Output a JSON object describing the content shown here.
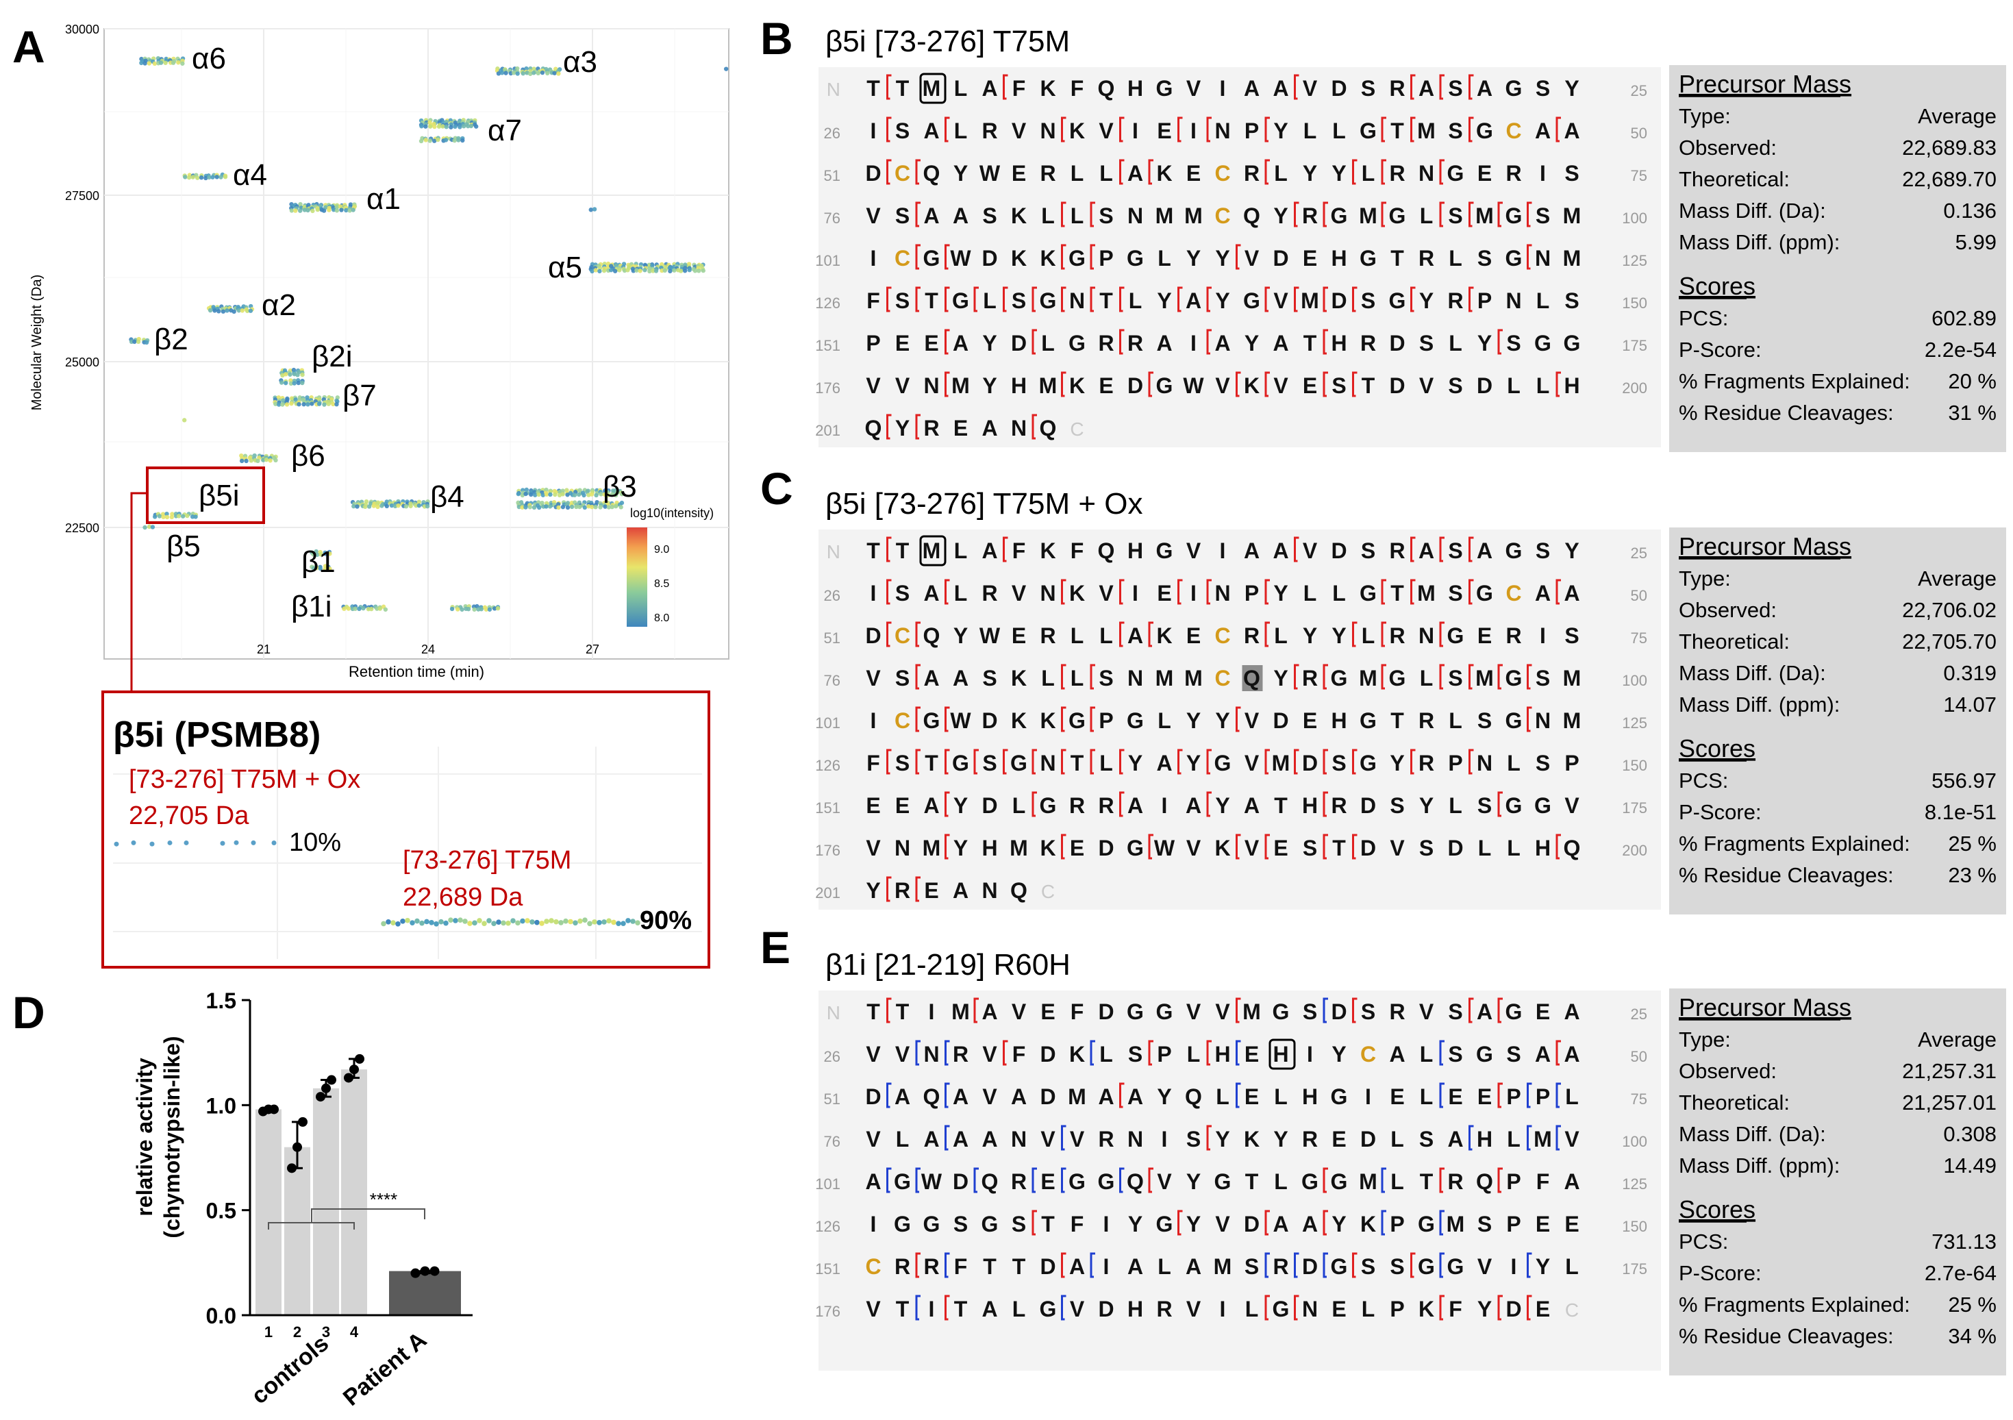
{
  "panels": {
    "A": "A",
    "B": "B",
    "C": "C",
    "D": "D",
    "E": "E"
  },
  "panelA": {
    "ylabel": "Molecular Weight (Da)",
    "xlabel": "Retention time (min)",
    "yticks": [
      "30000",
      "27500",
      "25000",
      "22500"
    ],
    "xticks": [
      "21",
      "24",
      "27"
    ],
    "legend_title": "log10(intensity)",
    "legend_ticks": [
      "9.0",
      "8.5",
      "8.0"
    ],
    "labels": [
      {
        "id": "a6",
        "text": "α6"
      },
      {
        "id": "a3",
        "text": "α3"
      },
      {
        "id": "a7",
        "text": "α7"
      },
      {
        "id": "a4",
        "text": "α4"
      },
      {
        "id": "a1",
        "text": "α1"
      },
      {
        "id": "a5",
        "text": "α5"
      },
      {
        "id": "a2",
        "text": "α2"
      },
      {
        "id": "b2",
        "text": "β2"
      },
      {
        "id": "b2i",
        "text": "β2i"
      },
      {
        "id": "b7",
        "text": "β7"
      },
      {
        "id": "b6",
        "text": "β6"
      },
      {
        "id": "b5i",
        "text": "β5i"
      },
      {
        "id": "b4",
        "text": "β4"
      },
      {
        "id": "b3",
        "text": "β3"
      },
      {
        "id": "b5",
        "text": "β5"
      },
      {
        "id": "b1",
        "text": "β1"
      },
      {
        "id": "b1i",
        "text": "β1i"
      }
    ],
    "inset": {
      "title": "β5i (PSMB8)",
      "species1_line1": "[73-276] T75M + Ox",
      "species1_line2": "22,705 Da",
      "species1_pct": "10%",
      "species2_line1": "[73-276] T75M",
      "species2_line2": "22,689 Da",
      "species2_pct": "90%"
    },
    "colors": {
      "low": "#3f86bd",
      "mid": "#c6e07a",
      "high": "#e0453a",
      "inset_border": "#c00000"
    }
  },
  "chart_data": {
    "type": "bar",
    "categories": [
      "1",
      "2",
      "3",
      "4",
      "Patient A"
    ],
    "values": [
      0.98,
      0.8,
      1.08,
      1.17,
      0.21
    ],
    "points": [
      [
        0.97,
        0.98,
        0.98
      ],
      [
        0.7,
        0.8,
        0.92
      ],
      [
        1.04,
        1.08,
        1.12
      ],
      [
        1.13,
        1.17,
        1.22
      ],
      [
        0.2,
        0.21,
        0.21
      ]
    ],
    "group_label": "controls",
    "ylabel_line1": "relative activity",
    "ylabel_line2": "(chymotrypsin-like)",
    "yticks": [
      "0.0",
      "0.5",
      "1.0",
      "1.5"
    ],
    "ylim": [
      0,
      1.5
    ],
    "significance": "****",
    "bar_colors": [
      "#d4d4d4",
      "#d4d4d4",
      "#d4d4d4",
      "#d4d4d4",
      "#5b5b5b"
    ]
  },
  "panelB": {
    "title": "β5i [73-276] T75M",
    "sequence": "TTMLAFKFQHGVIAAVDSRASAGSYISALRVNKVIEINPYLLGTMSGCAADCQYWERLLAKECRLYYLRNGERISVSAASKLLSNMMCQYRGMGLSMGSMICGWDKKGPGLYYVDEHGTRLSGNMFSTGLSGNTLYAYGVMDSGYRPNLSPEEAYDLGRRAIAYATHRDSLYSGGVVNMYHMKEDGWVKVESTDVSDLLHQYREANQ",
    "highlight": [
      2
    ],
    "shaded": [],
    "precursor_header": "Precursor Mass",
    "precursor": [
      {
        "k": "Type:",
        "v": "Average"
      },
      {
        "k": "Observed:",
        "v": "22,689.83"
      },
      {
        "k": "Theoretical:",
        "v": "22,689.70"
      },
      {
        "k": "Mass Diff. (Da):",
        "v": "0.136"
      },
      {
        "k": "Mass Diff. (ppm):",
        "v": "5.99"
      }
    ],
    "scores_header": "Scores",
    "scores": [
      {
        "k": "PCS:",
        "v": "602.89"
      },
      {
        "k": "P-Score:",
        "v": "2.2e-54"
      },
      {
        "k": "% Fragments Explained:",
        "v": "20 %"
      },
      {
        "k": "% Residue Cleavages:",
        "v": "31 %"
      }
    ]
  },
  "panelC": {
    "title": "β5i [73-276] T75M + Ox",
    "sequence": "TTMLAFKFQHGVIAAVDSRASAGSYISALRVNKVIEINPYLLGTMSGCAADCQYWERLLAKECRLYYLRNGERISVSAASKLLSNMMCQYRGMGLSMGSMICGWDKKGPGLYYVDEHGTRLSGNMFSTGSGNTLYAYGVMDSGYRPNLSPEEAYDLGRRAIAYATHRDSYLSGGVVNMYHMKEDGWVKVESTDVSDLLHQYREANQ",
    "highlight": [
      2
    ],
    "shaded": [
      88
    ],
    "precursor_header": "Precursor Mass",
    "precursor": [
      {
        "k": "Type:",
        "v": "Average"
      },
      {
        "k": "Observed:",
        "v": "22,706.02"
      },
      {
        "k": "Theoretical:",
        "v": "22,705.70"
      },
      {
        "k": "Mass Diff. (Da):",
        "v": "0.319"
      },
      {
        "k": "Mass Diff. (ppm):",
        "v": "14.07"
      }
    ],
    "scores_header": "Scores",
    "scores": [
      {
        "k": "PCS:",
        "v": "556.97"
      },
      {
        "k": "P-Score:",
        "v": "8.1e-51"
      },
      {
        "k": "% Fragments Explained:",
        "v": "25 %"
      },
      {
        "k": "% Residue Cleavages:",
        "v": "23 %"
      }
    ]
  },
  "panelE": {
    "title": "β1i [21-219] R60H",
    "sequence": "TTIMAVEFDGGVVMGSDSRVSAGEAVVNRVFDKLSPLHEHIYCALSGSAADAQAVADMAAYQLELHGIELEEPPLVLAAANVVRNISYKYREDLSAHLMVAGWDQREGGQVYGTLGGMLTRQPFAIGGSGSTFIYGYVDAAYKPGMSPEECRRFTTDAIALAMSRDGSSGGVIYLVTITALGVDHRVILGNELPKFYDE",
    "highlight": [
      39
    ],
    "shaded": [],
    "precursor_header": "Precursor Mass",
    "precursor": [
      {
        "k": "Type:",
        "v": "Average"
      },
      {
        "k": "Observed:",
        "v": "21,257.31"
      },
      {
        "k": "Theoretical:",
        "v": "21,257.01"
      },
      {
        "k": "Mass Diff. (Da):",
        "v": "0.308"
      },
      {
        "k": "Mass Diff. (ppm):",
        "v": "14.49"
      }
    ],
    "scores_header": "Scores",
    "scores": [
      {
        "k": "PCS:",
        "v": "731.13"
      },
      {
        "k": "P-Score:",
        "v": "2.7e-64"
      },
      {
        "k": "% Fragments Explained:",
        "v": "25 %"
      },
      {
        "k": "% Residue Cleavages:",
        "v": "34 %"
      }
    ]
  },
  "seq_terminal": {
    "n": "N",
    "c": "C"
  },
  "seq_colors": {
    "cys": "#d49a1a",
    "cleave_red": "#e02020",
    "cleave_blue": "#1f3fd0"
  }
}
